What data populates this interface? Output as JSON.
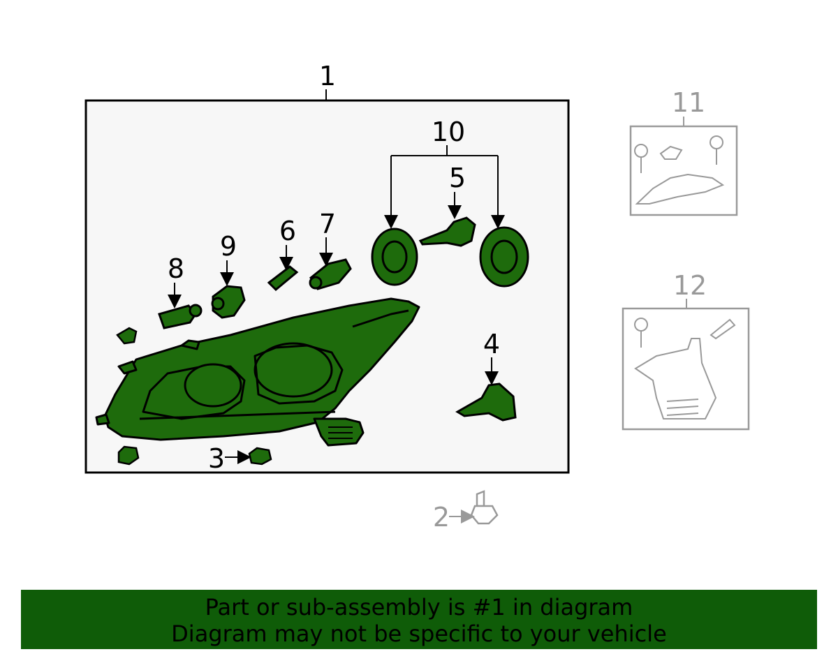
{
  "colors": {
    "part_fill": "#1e6b0c",
    "part_stroke": "#000000",
    "grey_stroke": "#999999",
    "banner_bg": "#0f5c08",
    "panel_bg": "#f7f7f7"
  },
  "callouts": {
    "c1": "1",
    "c2": "2",
    "c3": "3",
    "c4": "4",
    "c5": "5",
    "c6": "6",
    "c7": "7",
    "c8": "8",
    "c9": "9",
    "c10": "10",
    "c11": "11",
    "c12": "12"
  },
  "banner": {
    "line1": "Part or sub-assembly is #1 in diagram",
    "line2": "Diagram may not be specific to your vehicle"
  }
}
